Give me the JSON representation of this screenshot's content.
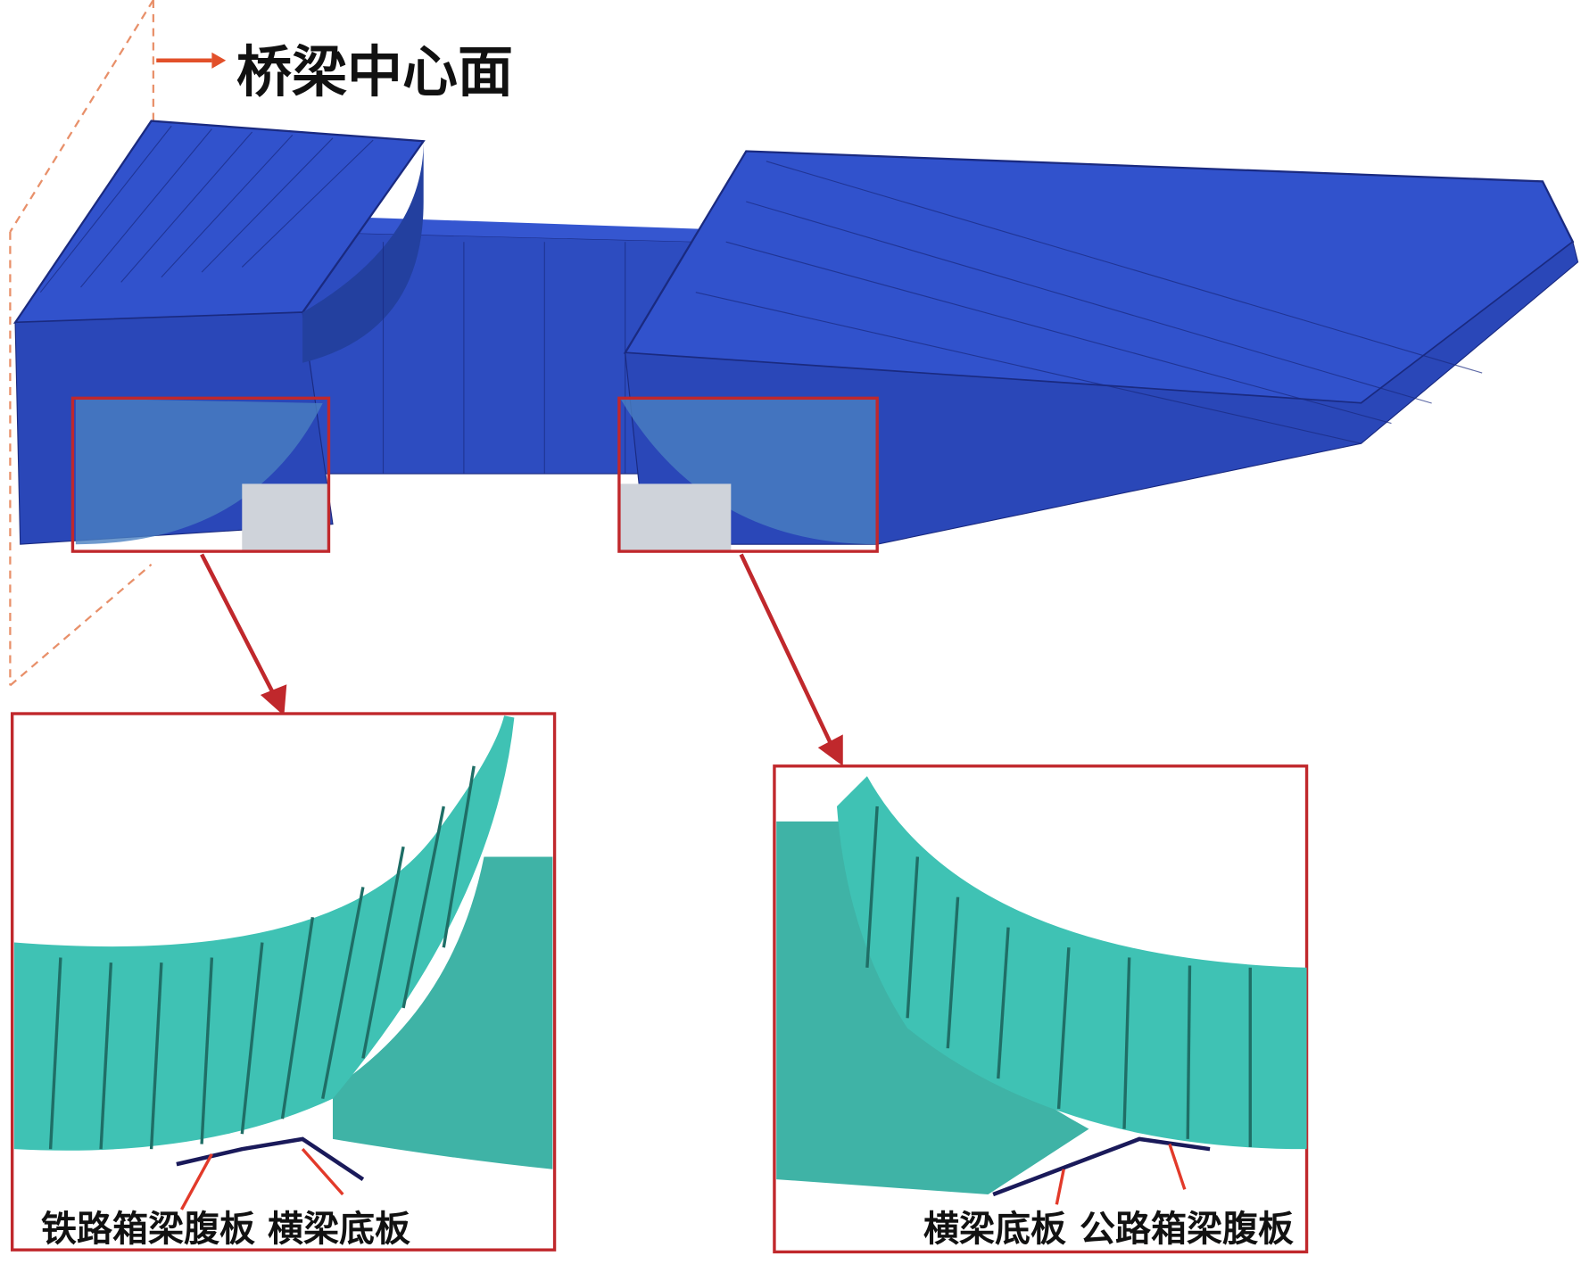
{
  "title": "桥梁中心面",
  "labels": {
    "left_web": "铁路箱梁腹板",
    "left_bottom": "横梁底板",
    "right_bottom": "横梁底板",
    "right_web": "公路箱梁腹板"
  },
  "colors": {
    "deck": "#2f4fc4",
    "detail": "#3cb8ae",
    "frame": "#c0282c",
    "arrow": "#e23a2a"
  }
}
